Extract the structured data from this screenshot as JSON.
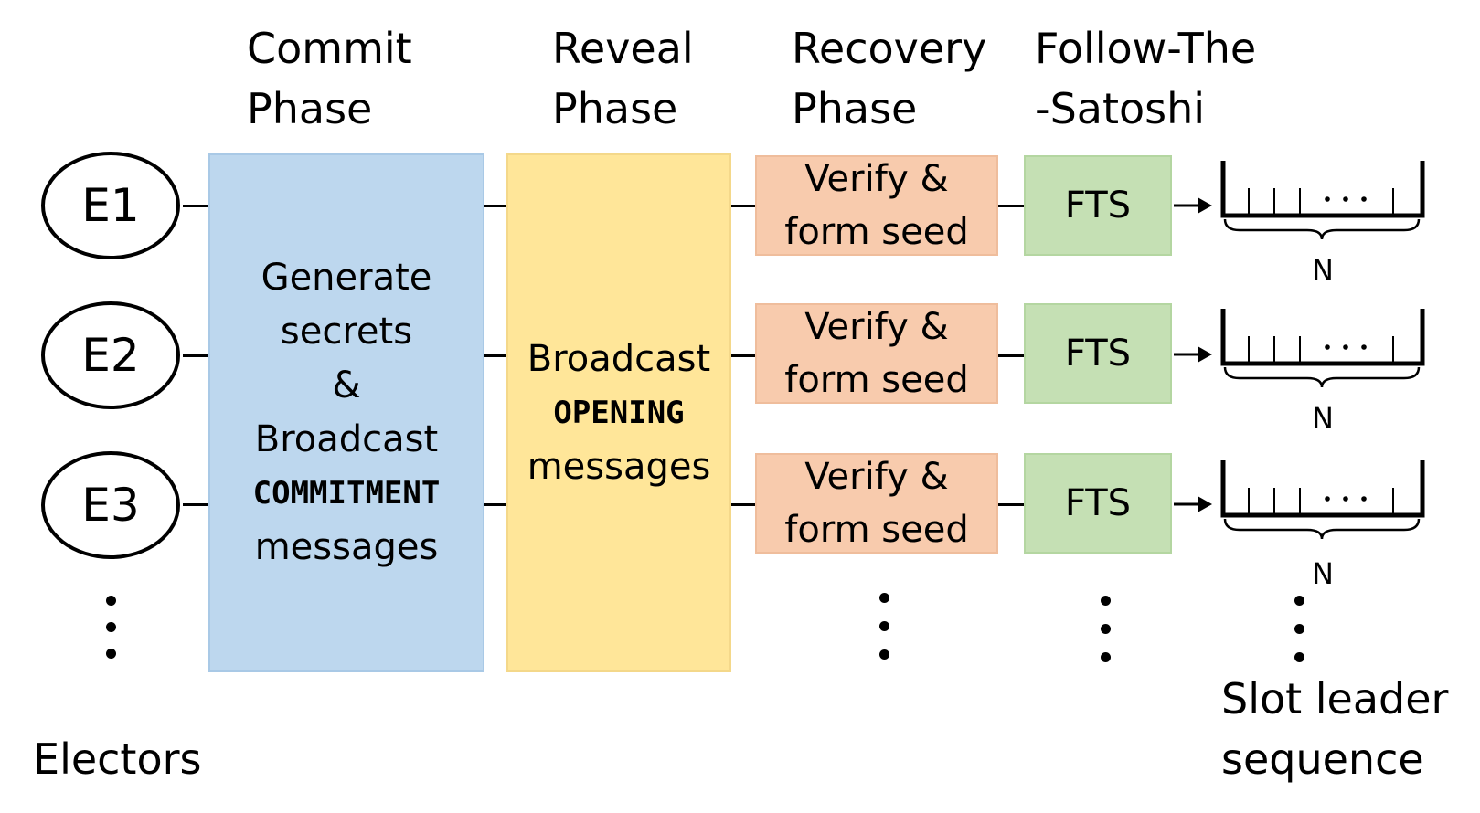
{
  "headers": {
    "commit": [
      "Commit",
      "Phase"
    ],
    "reveal": [
      "Reveal",
      "Phase"
    ],
    "recovery": [
      "Recovery",
      "Phase"
    ],
    "fts": [
      "Follow-The",
      "-Satoshi"
    ]
  },
  "electors": [
    "E1",
    "E2",
    "E3"
  ],
  "commit_box": {
    "line1": "Generate",
    "line2": "secrets",
    "line3": "&",
    "line4": "Broadcast",
    "keyword": "COMMITMENT",
    "line6": "messages"
  },
  "reveal_box": {
    "line1": "Broadcast",
    "keyword": "OPENING",
    "line3": "messages"
  },
  "verify_boxes": [
    {
      "line1": "Verify &",
      "line2": "form seed"
    },
    {
      "line1": "Verify &",
      "line2": "form seed"
    },
    {
      "line1": "Verify &",
      "line2": "form seed"
    }
  ],
  "fts_boxes": [
    "FTS",
    "FTS",
    "FTS"
  ],
  "slot_sequences": [
    {
      "size_label": "N",
      "ellipsis": "· · ·"
    },
    {
      "size_label": "N",
      "ellipsis": "· · ·"
    },
    {
      "size_label": "N",
      "ellipsis": "· · ·"
    }
  ],
  "footer": {
    "electors": "Electors",
    "slot_leader": [
      "Slot leader",
      "sequence"
    ]
  },
  "colors": {
    "commit": "#bdd7ee",
    "reveal": "#ffe699",
    "verify": "#f8cbad",
    "fts": "#c5e0b4"
  }
}
